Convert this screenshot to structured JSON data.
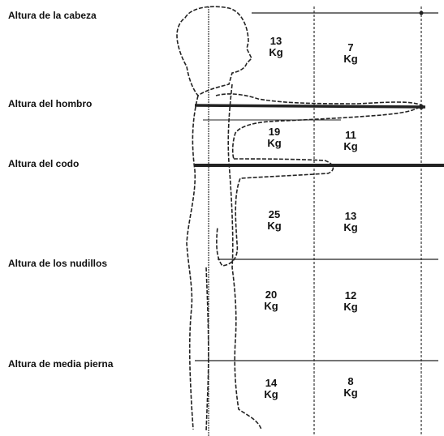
{
  "height_labels": [
    "Altura de la cabeza",
    "Altura del hombro",
    "Altura del codo",
    "Altura de los nudillos",
    "Altura de media pierna"
  ],
  "unit": "Kg",
  "zones": [
    {
      "near": "13",
      "far": "7"
    },
    {
      "near": "19",
      "far": "11"
    },
    {
      "near": "25",
      "far": "13"
    },
    {
      "near": "20",
      "far": "12"
    },
    {
      "near": "14",
      "far": "8"
    }
  ]
}
